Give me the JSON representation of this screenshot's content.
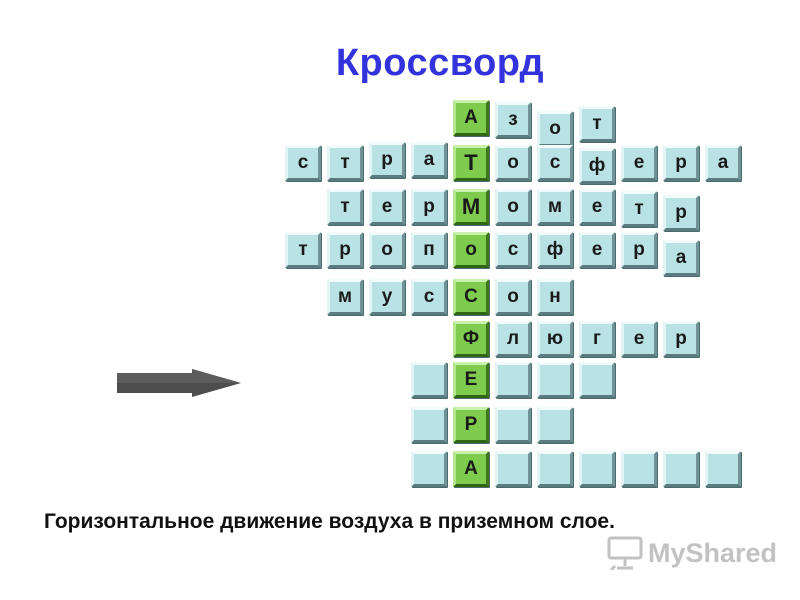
{
  "title": "Кроссворд",
  "clue": "Горизонтальное движение воздуха в приземном слое.",
  "answer_column_letters": [
    "А",
    "Т",
    "М",
    "О",
    "С",
    "Ф",
    "Е",
    "Р",
    "А"
  ],
  "brand": {
    "name": "MyShared"
  },
  "colors": {
    "title": "#3333dd",
    "cell": "#b9e2e4",
    "key_cell": "#7fcb4e",
    "arrow": "#4d4d4d"
  },
  "rows": [
    {
      "word": "азот",
      "letters": [
        "А",
        "з",
        "о",
        "т"
      ]
    },
    {
      "word": "стратосфера",
      "letters": [
        "с",
        "т",
        "р",
        "а",
        "Т",
        "о",
        "с",
        "ф",
        "е",
        "р",
        "а"
      ]
    },
    {
      "word": "термометр",
      "letters": [
        "т",
        "е",
        "р",
        "М",
        "о",
        "м",
        "е",
        "т",
        "р"
      ]
    },
    {
      "word": "тропосфера",
      "letters": [
        "т",
        "р",
        "о",
        "п",
        "о",
        "с",
        "ф",
        "е",
        "р",
        "а"
      ]
    },
    {
      "word": "муссон",
      "letters": [
        "м",
        "у",
        "с",
        "С",
        "о",
        "н"
      ]
    },
    {
      "word": "флюгер",
      "letters": [
        "Ф",
        "л",
        "ю",
        "г",
        "е",
        "р"
      ]
    },
    {
      "word": "",
      "letters": [
        "",
        "Е",
        "",
        "",
        ""
      ]
    },
    {
      "word": "",
      "letters": [
        "",
        "Р",
        "",
        ""
      ]
    },
    {
      "word": "",
      "letters": [
        "",
        "А",
        "",
        "",
        "",
        "",
        "",
        ""
      ]
    }
  ]
}
